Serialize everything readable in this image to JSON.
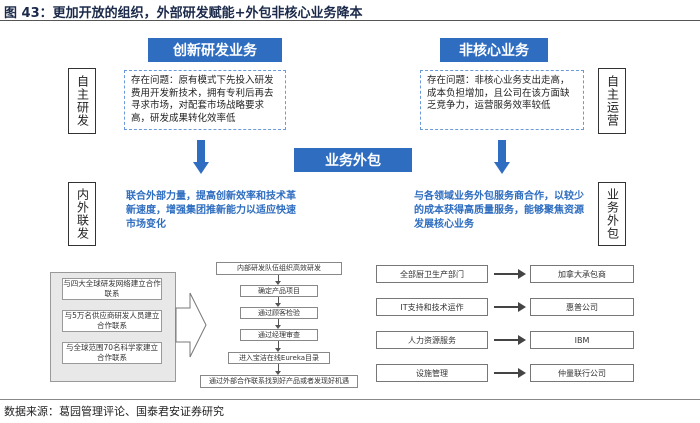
{
  "figure": {
    "title": "图 43：更加开放的组织，外部研发赋能+外包非核心业务降本",
    "source": "数据来源：葛园管理评论、国泰君安证券研究"
  },
  "left": {
    "heading": "创新研发业务",
    "side_top": "自主研发",
    "side_bottom": "内外联发",
    "problem": "存在问题：原有模式下先投入研发费用开发新技术，拥有专利后再去寻求市场，对配套市场战略要求高，研发成果转化效率低",
    "solution": "联合外部力量，提高创新效率和技术革新速度，增强集团推新能力以适应快速市场变化"
  },
  "center": {
    "heading": "业务外包"
  },
  "right": {
    "heading": "非核心业务",
    "side_top": "自主运营",
    "side_bottom": "业务外包",
    "problem": "存在问题：非核心业务支出走高，成本负担增加，且公司在该方面缺乏竞争力，运营服务效率较低",
    "solution": "与各领域业务外包服务商合作，以较少的成本获得高质量服务，能够聚焦资源发展核心业务"
  },
  "network": {
    "items": [
      "与四大全球研发网络建立合作联系",
      "与5万名供应商研发人员建立合作联系",
      "与全球范围70名科学家建立合作联系"
    ]
  },
  "process": {
    "steps": [
      "内部研发队伍组织高效研发",
      "确定产品项目",
      "通过顾客检验",
      "通过经理审查",
      "进入宝洁在线Eureka目录",
      "通过外部合作联系找到好产品或者发现好机遇"
    ]
  },
  "outsourcing": {
    "rows": [
      {
        "from": "全部厨卫生产部门",
        "to": "加拿大承包商"
      },
      {
        "from": "IT支持和技术运作",
        "to": "惠普公司"
      },
      {
        "from": "人力资源服务",
        "to": "IBM"
      },
      {
        "from": "设施管理",
        "to": "仲量联行公司"
      }
    ]
  },
  "colors": {
    "accent": "#2e6dc0",
    "dashed_border": "#6a9bd8",
    "panel_gray": "#e8e8e8"
  }
}
